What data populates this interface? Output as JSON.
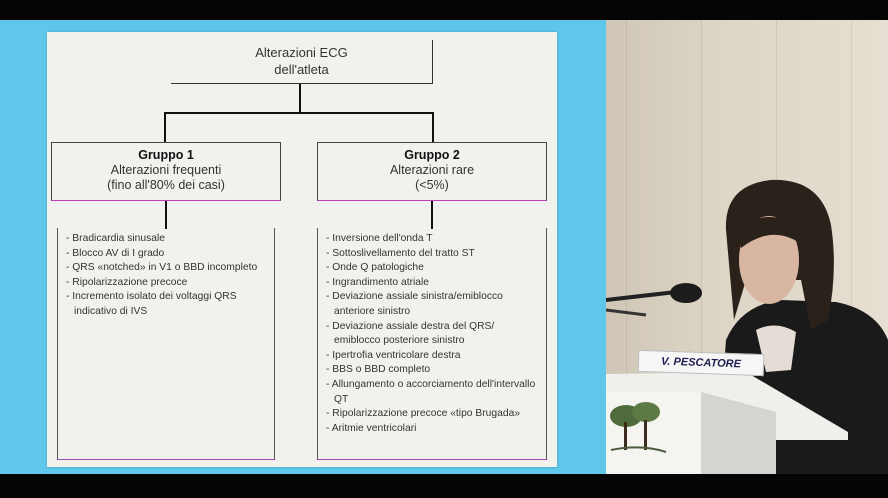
{
  "slide": {
    "title_line1": "Alterazioni ECG",
    "title_line2": "dell'atleta",
    "group1": {
      "title": "Gruppo 1",
      "subtitle_line1": "Alterazioni frequenti",
      "subtitle_line2": "(fino all'80% dei casi)",
      "items": [
        "Bradicardia sinusale",
        "Blocco AV di I grado",
        "QRS «notched» in V1 o BBD incompleto",
        "Ripolarizzazione precoce",
        "Incremento isolato dei voltaggi QRS indicativo di IVS"
      ]
    },
    "group2": {
      "title": "Gruppo 2",
      "subtitle_line1": "Alterazioni rare",
      "subtitle_line2": "(<5%)",
      "items": [
        "Inversione dell'onda T",
        "Sottoslivellamento del tratto ST",
        "Onde Q patologiche",
        "Ingrandimento atriale",
        "Deviazione assiale sinistra/emiblocco anteriore sinistro",
        "Deviazione assiale destra del QRS/ emiblocco posteriore sinistro",
        "Ipertrofia ventricolare destra",
        "BBS o BBD completo",
        "Allungamento o accorciamento dell'intervallo QT",
        "Ripolarizzazione precoce «tipo Brugada»",
        "Aritmie ventricolari"
      ]
    }
  },
  "speaker": {
    "nameplate": "V. PESCATORE"
  },
  "colors": {
    "screen": "#5ec7ea",
    "slide_bg": "#f1f1ee",
    "accent_border": "#c23ac2"
  }
}
